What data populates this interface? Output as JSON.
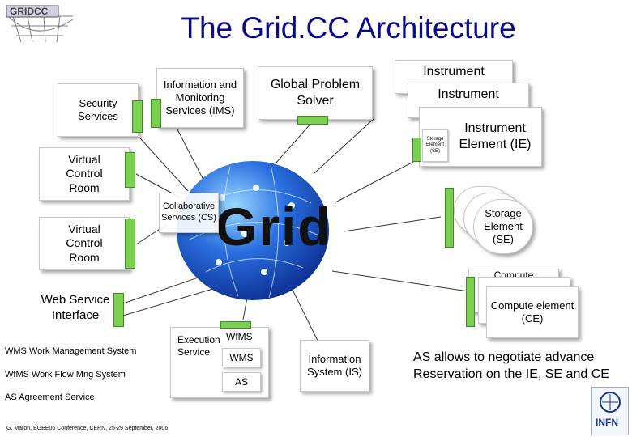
{
  "logo": {
    "text": "GRIDCC"
  },
  "title": "The  Grid.CC Architecture",
  "top_boxes": {
    "security": "Security Services",
    "ims": "Information and Monitoring Services (IMS)",
    "gps": "Global Problem Solver"
  },
  "vcr": {
    "a": "Virtual Control Room",
    "b": "Virtual Control Room"
  },
  "collab": "Collaborative Services (CS)",
  "grid_word": "Grid",
  "instrument": {
    "back": "Instrument",
    "mid": "Instrument",
    "front": "Instrument Element (IE)",
    "storage_mini": "Storage Element (SE)"
  },
  "storage": "Storage Element (SE)",
  "compute": {
    "back": "Compute",
    "front": "Compute element (CE)"
  },
  "web_service": "Web Service Interface",
  "execution": {
    "label": "Execution Service",
    "wfms_top": "WfMS",
    "wms": "WMS",
    "as": "AS"
  },
  "legend": {
    "wms": "WMS Work Management System",
    "wfms": "WfMS Work Flow Mng System",
    "as": "AS Agreement Service"
  },
  "info_system": "Information System (IS)",
  "note": "AS allows to negotiate advance Reservation on the IE, SE and CE",
  "footer": "G. Maron, EGEE06 Conference, CERN, 25-29 September, 2006",
  "infn_logo": "INFN",
  "colors": {
    "title": "#0a0a8c",
    "green": "#7bd14f",
    "globe": "#1e4fc4"
  }
}
